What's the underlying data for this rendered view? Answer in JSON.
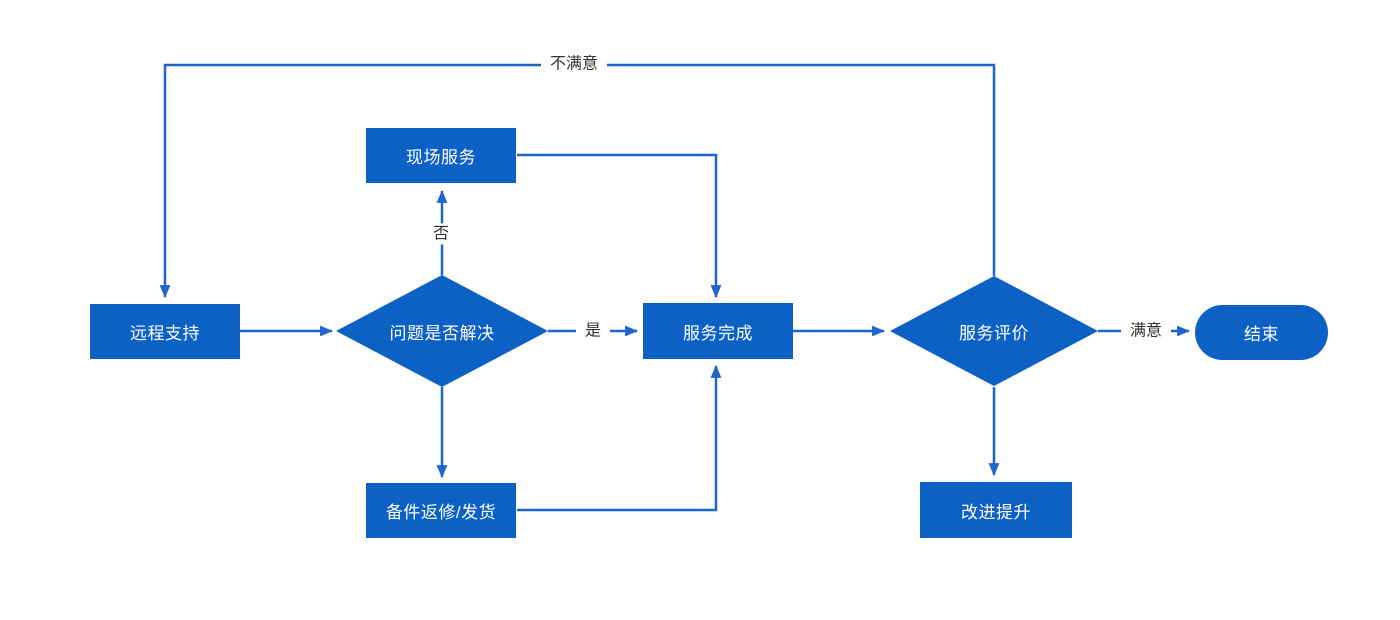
{
  "diagram": {
    "type": "flowchart",
    "colors": {
      "shape_fill": "#0D61C4",
      "connector": "#1E66CB",
      "node_text": "#FFFFFF",
      "edge_label_text": "#333333",
      "background": "#FFFFFF"
    },
    "nodes": {
      "remote_support": {
        "label": "远程支持",
        "shape": "rectangle"
      },
      "problem_solved": {
        "label": "问题是否解决",
        "shape": "diamond"
      },
      "onsite_service": {
        "label": "现场服务",
        "shape": "rectangle"
      },
      "service_complete": {
        "label": "服务完成",
        "shape": "rectangle"
      },
      "service_evaluation": {
        "label": "服务评价",
        "shape": "diamond"
      },
      "end": {
        "label": "结束",
        "shape": "rounded-pill"
      },
      "spare_parts": {
        "label": "备件返修/发货",
        "shape": "rectangle"
      },
      "improvement": {
        "label": "改进提升",
        "shape": "rectangle"
      }
    },
    "edges": [
      {
        "from": "remote_support",
        "to": "problem_solved",
        "label": ""
      },
      {
        "from": "problem_solved",
        "to": "onsite_service",
        "label": "否"
      },
      {
        "from": "onsite_service",
        "to": "service_complete",
        "label": ""
      },
      {
        "from": "problem_solved",
        "to": "service_complete",
        "label": "是"
      },
      {
        "from": "problem_solved",
        "to": "spare_parts",
        "label": ""
      },
      {
        "from": "spare_parts",
        "to": "service_complete",
        "label": ""
      },
      {
        "from": "service_complete",
        "to": "service_evaluation",
        "label": ""
      },
      {
        "from": "service_evaluation",
        "to": "end",
        "label": "满意"
      },
      {
        "from": "service_evaluation",
        "to": "remote_support",
        "label": "不满意"
      },
      {
        "from": "service_evaluation",
        "to": "improvement",
        "label": ""
      }
    ]
  }
}
